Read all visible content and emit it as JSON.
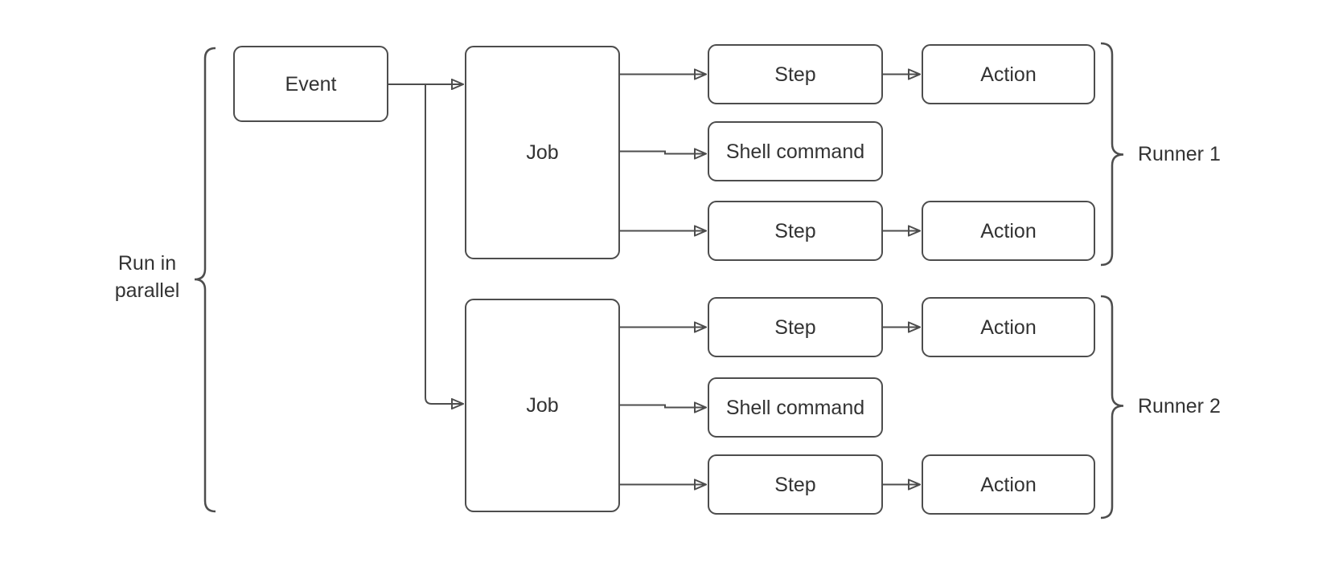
{
  "colors": {
    "border": "#4d4d4d",
    "text": "#333333",
    "background": "#ffffff"
  },
  "nodes": {
    "event": "Event",
    "job1": "Job",
    "job2": "Job",
    "runner1_step1": "Step",
    "runner1_shell": "Shell command",
    "runner1_step2": "Step",
    "runner1_action1": "Action",
    "runner1_action2": "Action",
    "runner2_step1": "Step",
    "runner2_shell": "Shell command",
    "runner2_step2": "Step",
    "runner2_action1": "Action",
    "runner2_action2": "Action"
  },
  "labels": {
    "left_brace": "Run in parallel",
    "runner1": "Runner 1",
    "runner2": "Runner 2"
  },
  "edges": [
    {
      "from": "event",
      "to": "job1"
    },
    {
      "from": "event",
      "to": "job2"
    },
    {
      "from": "job1",
      "to": "runner1_step1"
    },
    {
      "from": "job1",
      "to": "runner1_shell"
    },
    {
      "from": "job1",
      "to": "runner1_step2"
    },
    {
      "from": "runner1_step1",
      "to": "runner1_action1"
    },
    {
      "from": "runner1_step2",
      "to": "runner1_action2"
    },
    {
      "from": "job2",
      "to": "runner2_step1"
    },
    {
      "from": "job2",
      "to": "runner2_shell"
    },
    {
      "from": "job2",
      "to": "runner2_step2"
    },
    {
      "from": "runner2_step1",
      "to": "runner2_action1"
    },
    {
      "from": "runner2_step2",
      "to": "runner2_action2"
    }
  ]
}
